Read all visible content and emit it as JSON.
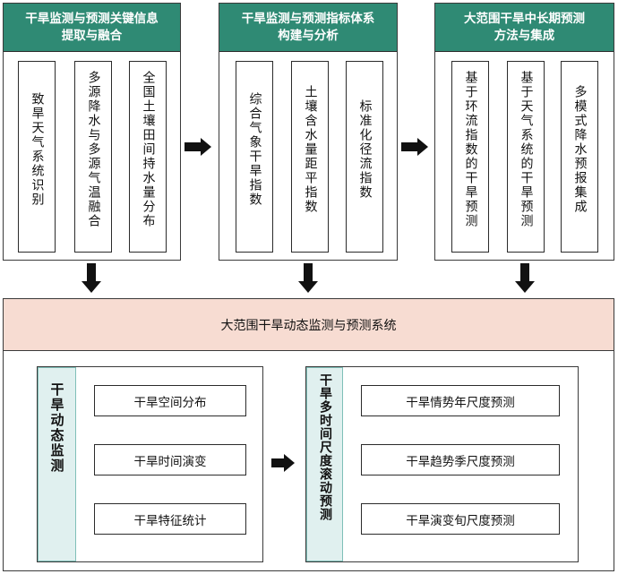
{
  "panels": [
    {
      "title_line1": "干旱监测与预测关键信息",
      "title_line2": "提取与融合",
      "items": [
        "致旱天气系统识别",
        "多源降水与多源气温融合",
        "全国土壤田间持水量分布"
      ]
    },
    {
      "title_line1": "干旱监测与预测指标体系",
      "title_line2": "构建与分析",
      "items": [
        "综合气象干旱指数",
        "土壤含水量距平指数",
        "标准化径流指数"
      ]
    },
    {
      "title_line1": "大范围干旱中长期预测",
      "title_line2": "方法与集成",
      "items": [
        "基于环流指数的干旱预测",
        "基于天气系统的干旱预测",
        "多模式降水预报集成"
      ]
    }
  ],
  "system": {
    "title": "大范围干旱动态监测与预测系统",
    "monitor_label": "干旱动态监测",
    "monitor_items": [
      "干旱空间分布",
      "干旱时间演变",
      "干旱特征统计"
    ],
    "forecast_label": "干旱多时间尺度滚动预测",
    "forecast_items": [
      "干旱情势年尺度预测",
      "干旱趋势季尺度预测",
      "干旱演变旬尺度预测"
    ]
  },
  "colors": {
    "header_green": "#2f8a74",
    "system_header": "#f7dcd2",
    "side_label": "#e0f0ef"
  }
}
